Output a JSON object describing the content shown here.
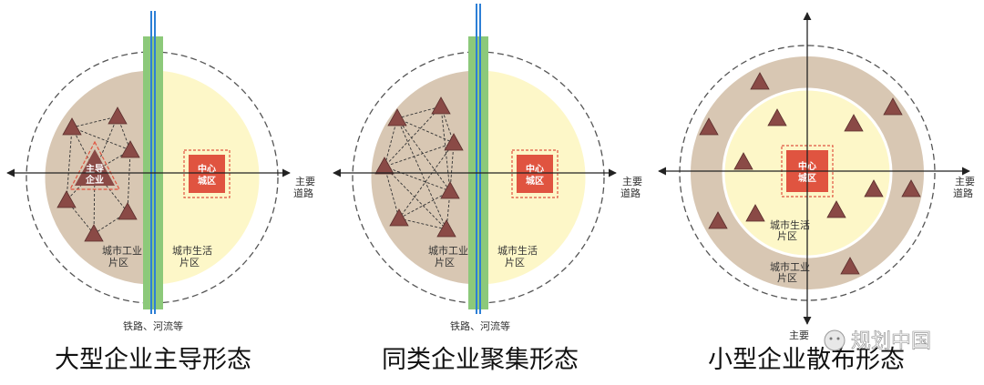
{
  "diagrams": [
    {
      "title": "大型企业主导形态",
      "industrial_label": [
        "城市工业",
        "片区"
      ],
      "living_label": [
        "城市生活",
        "片区"
      ],
      "center_label": [
        "中心",
        "城区"
      ],
      "lead_label": [
        "主导",
        "企业"
      ],
      "road_label": [
        "主要",
        "道路"
      ],
      "barrier_label": "铁路、河流等"
    },
    {
      "title": "同类企业聚集形态",
      "industrial_label": [
        "城市工业",
        "片区"
      ],
      "living_label": [
        "城市生活",
        "片区"
      ],
      "center_label": [
        "中心",
        "城区"
      ],
      "road_label": [
        "主要",
        "道路"
      ],
      "barrier_label": "铁路、河流等"
    },
    {
      "title": "小型企业散布形态",
      "industrial_label": [
        "城市工业",
        "片区"
      ],
      "living_label": [
        "城市生活",
        "片区"
      ],
      "center_label": [
        "中心",
        "城区"
      ],
      "road_label": [
        "主要",
        "道路"
      ],
      "road_label_bottom": [
        "主要"
      ]
    }
  ],
  "watermark": "规划中国",
  "colors": {
    "industrial": "#d8c7b3",
    "living": "#fdf7c8",
    "center": "#e05440",
    "enterprise": "#8a4a46",
    "barrier_green": "#8cc97a",
    "barrier_blue": "#2d7fd6"
  }
}
